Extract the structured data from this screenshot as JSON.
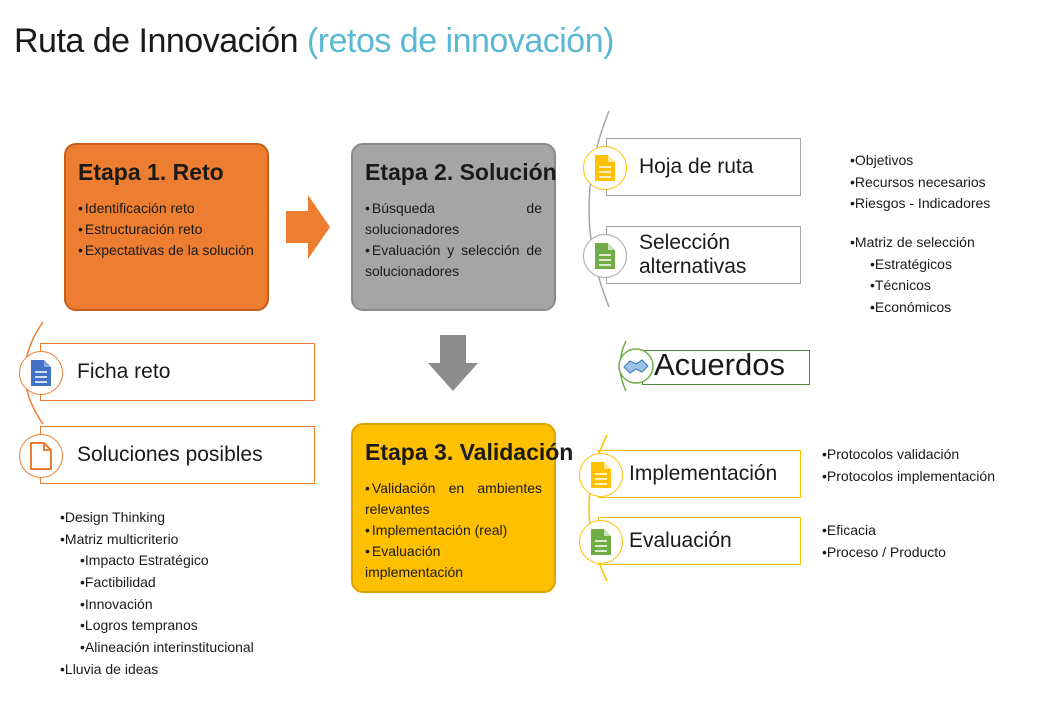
{
  "title": {
    "main": "Ruta de Innovación",
    "accent": "(retos de innovación)"
  },
  "stage1": {
    "heading": "Etapa 1. Reto",
    "items": [
      "Identificación reto",
      "Estructuración reto",
      "Expectativas de la solución"
    ]
  },
  "stage2": {
    "heading": "Etapa 2. Solución",
    "items": [
      "Búsqueda de solucionadores",
      "Evaluación y selección de solucionadores"
    ]
  },
  "stage3": {
    "heading": "Etapa 3. Validación",
    "items": [
      "Validación en ambientes relevantes",
      "Implementación (real)",
      "Evaluación implementación"
    ]
  },
  "pills": {
    "ficha": "Ficha reto",
    "soluciones": "Soluciones posibles",
    "hoja": "Hoja de ruta",
    "seleccion": "Selección alternativas",
    "implementacion": "Implementación",
    "evaluacion": "Evaluación"
  },
  "acuerdos": "Acuerdos",
  "lists": {
    "hoja": [
      "Objetivos",
      "Recursos necesarios",
      "Riesgos - Indicadores"
    ],
    "seleccion_head": "Matriz de selección",
    "seleccion_sub": [
      "Estratégicos",
      "Técnicos",
      "Económicos"
    ],
    "soluciones_a": [
      "Design Thinking",
      "Matriz multicriterio"
    ],
    "soluciones_sub": [
      "Impacto Estratégico",
      "Factibilidad",
      "Innovación",
      "Logros tempranos",
      "Alineación interinstitucional"
    ],
    "soluciones_b": [
      "Lluvia de ideas"
    ],
    "implementacion": [
      "Protocolos validación",
      "Protocolos implementación"
    ],
    "evaluacion": [
      "Eficacia",
      "Proceso / Producto"
    ]
  },
  "colors": {
    "stage1": "#ed7d31",
    "stage2": "#a5a5a5",
    "stage3": "#ffc000",
    "accent": "#5bb8d4",
    "acuerdos": "#4e8a3a"
  },
  "icons": [
    "document-icon",
    "handshake-icon",
    "arrow-right-icon",
    "arrow-down-icon"
  ]
}
